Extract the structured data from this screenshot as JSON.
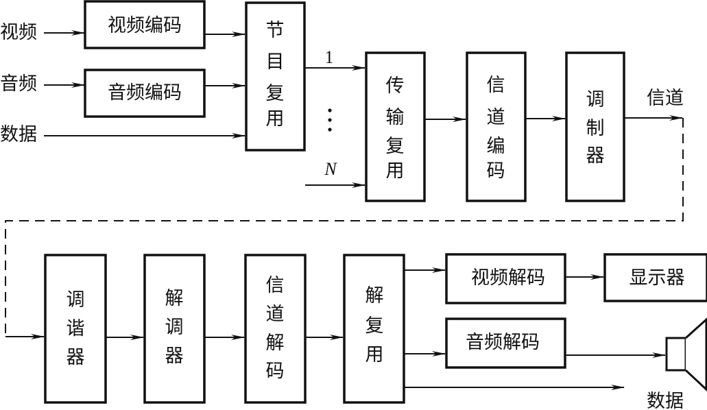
{
  "diagram": {
    "type": "block-diagram",
    "transmitter": {
      "inputs": {
        "video": "视频",
        "audio": "音频",
        "data": "数据"
      },
      "blocks": {
        "video_encode": "视频编码",
        "audio_encode": "音频编码",
        "program_mux": [
          "节",
          "目",
          "复",
          "用"
        ],
        "transport_mux": [
          "传",
          "输",
          "复",
          "用"
        ],
        "channel_encode": [
          "信",
          "道",
          "编",
          "码"
        ],
        "modulator": [
          "调",
          "制",
          "器"
        ]
      },
      "mux_inputs": {
        "first": "1",
        "ellipsis": "⋮",
        "last": "N"
      },
      "channel_label": "信道"
    },
    "receiver": {
      "blocks": {
        "tuner": [
          "调",
          "谐",
          "器"
        ],
        "demodulator": [
          "解",
          "调",
          "器"
        ],
        "channel_decode": [
          "信",
          "道",
          "解",
          "码"
        ],
        "demux": [
          "解",
          "复",
          "用"
        ],
        "video_decode": "视频解码",
        "audio_decode": "音频解码",
        "display": "显示器"
      },
      "outputs": {
        "speaker": "speaker-icon",
        "data": "数据"
      }
    },
    "edges": [
      {
        "from": "视频",
        "to": "视频编码"
      },
      {
        "from": "音频",
        "to": "音频编码"
      },
      {
        "from": "视频编码",
        "to": "节目复用"
      },
      {
        "from": "音频编码",
        "to": "节目复用"
      },
      {
        "from": "数据",
        "to": "节目复用"
      },
      {
        "from": "节目复用",
        "to": "传输复用",
        "label": "1"
      },
      {
        "from": "…",
        "to": "传输复用",
        "label": "N"
      },
      {
        "from": "传输复用",
        "to": "信道编码"
      },
      {
        "from": "信道编码",
        "to": "调制器"
      },
      {
        "from": "调制器",
        "to": "信道"
      },
      {
        "from": "信道",
        "to": "调谐器",
        "style": "dashed"
      },
      {
        "from": "调谐器",
        "to": "解调器"
      },
      {
        "from": "解调器",
        "to": "信道解码"
      },
      {
        "from": "信道解码",
        "to": "解复用"
      },
      {
        "from": "解复用",
        "to": "视频解码"
      },
      {
        "from": "解复用",
        "to": "音频解码"
      },
      {
        "from": "解复用",
        "to": "数据"
      },
      {
        "from": "视频解码",
        "to": "显示器"
      },
      {
        "from": "音频解码",
        "to": "扬声器"
      }
    ]
  }
}
